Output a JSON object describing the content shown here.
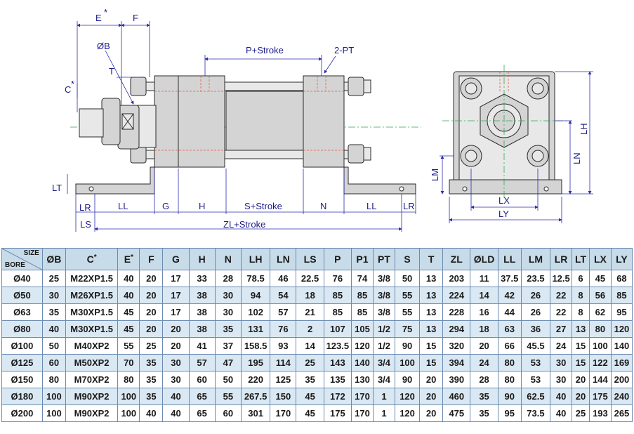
{
  "drawing": {
    "labels": {
      "E": "E",
      "E_mark": "*",
      "F": "F",
      "OB": "ØB",
      "C": "C",
      "C_mark": "*",
      "T": "T",
      "P_stroke": "P+Stroke",
      "PT": "2-PT",
      "LT": "LT",
      "LR_left": "LR",
      "LL_left": "LL",
      "G": "G",
      "H": "H",
      "S_stroke": "S+Stroke",
      "N": "N",
      "LL_right": "LL",
      "LR_right": "LR",
      "LS": "LS",
      "ZL_stroke": "ZL+Stroke",
      "LH": "LH",
      "LN": "LN",
      "LM": "LM",
      "LX": "LX",
      "LY": "LY"
    },
    "colors": {
      "dimension": "#2b2bb0",
      "centerline": "#3aa35a",
      "hidden": "#e05a3a",
      "part": "#d4d4d4"
    }
  },
  "table": {
    "corner": {
      "size": "SIZE",
      "bore": "BORE"
    },
    "columns": [
      {
        "label": "ØB"
      },
      {
        "label": "C",
        "mark": "*"
      },
      {
        "label": "E",
        "mark": "*"
      },
      {
        "label": "F"
      },
      {
        "label": "G"
      },
      {
        "label": "H"
      },
      {
        "label": "N"
      },
      {
        "label": "LH"
      },
      {
        "label": "LN"
      },
      {
        "label": "LS"
      },
      {
        "label": "P"
      },
      {
        "label": "P1"
      },
      {
        "label": "PT"
      },
      {
        "label": "S"
      },
      {
        "label": "T"
      },
      {
        "label": "ZL"
      },
      {
        "label": "ØLD"
      },
      {
        "label": "LL"
      },
      {
        "label": "LM"
      },
      {
        "label": "LR"
      },
      {
        "label": "LT"
      },
      {
        "label": "LX"
      },
      {
        "label": "LY"
      }
    ],
    "rows": [
      {
        "bore": "Ø40",
        "cells": [
          "25",
          "M22XP1.5",
          "40",
          "20",
          "17",
          "33",
          "28",
          "78.5",
          "46",
          "22.5",
          "76",
          "74",
          "3/8",
          "50",
          "13",
          "203",
          "11",
          "37.5",
          "23.5",
          "12.5",
          "6",
          "45",
          "68"
        ]
      },
      {
        "bore": "Ø50",
        "cells": [
          "30",
          "M26XP1.5",
          "40",
          "20",
          "17",
          "38",
          "30",
          "94",
          "54",
          "18",
          "85",
          "85",
          "3/8",
          "55",
          "13",
          "224",
          "14",
          "42",
          "26",
          "22",
          "8",
          "56",
          "85"
        ]
      },
      {
        "bore": "Ø63",
        "cells": [
          "35",
          "M30XP1.5",
          "45",
          "20",
          "17",
          "38",
          "30",
          "102",
          "57",
          "21",
          "85",
          "85",
          "3/8",
          "55",
          "13",
          "228",
          "16",
          "44",
          "26",
          "22",
          "8",
          "62",
          "95"
        ]
      },
      {
        "bore": "Ø80",
        "cells": [
          "40",
          "M30XP1.5",
          "45",
          "20",
          "20",
          "38",
          "35",
          "131",
          "76",
          "2",
          "107",
          "105",
          "1/2",
          "75",
          "13",
          "294",
          "18",
          "63",
          "36",
          "27",
          "13",
          "80",
          "120"
        ]
      },
      {
        "bore": "Ø100",
        "cells": [
          "50",
          "M40XP2",
          "55",
          "25",
          "20",
          "41",
          "37",
          "158.5",
          "93",
          "14",
          "123.5",
          "120",
          "1/2",
          "90",
          "15",
          "320",
          "20",
          "66",
          "45.5",
          "24",
          "15",
          "100",
          "140"
        ]
      },
      {
        "bore": "Ø125",
        "cells": [
          "60",
          "M50XP2",
          "70",
          "35",
          "30",
          "57",
          "47",
          "195",
          "114",
          "25",
          "143",
          "140",
          "3/4",
          "100",
          "15",
          "394",
          "24",
          "80",
          "53",
          "30",
          "15",
          "122",
          "169"
        ]
      },
      {
        "bore": "Ø150",
        "cells": [
          "80",
          "M70XP2",
          "80",
          "35",
          "30",
          "60",
          "50",
          "220",
          "125",
          "35",
          "135",
          "130",
          "3/4",
          "90",
          "20",
          "390",
          "28",
          "80",
          "53",
          "30",
          "20",
          "144",
          "200"
        ]
      },
      {
        "bore": "Ø180",
        "cells": [
          "100",
          "M90XP2",
          "100",
          "35",
          "40",
          "65",
          "55",
          "267.5",
          "150",
          "45",
          "172",
          "170",
          "1",
          "120",
          "20",
          "460",
          "35",
          "90",
          "62.5",
          "40",
          "20",
          "175",
          "240"
        ]
      },
      {
        "bore": "Ø200",
        "cells": [
          "100",
          "M90XP2",
          "100",
          "40",
          "40",
          "65",
          "60",
          "301",
          "170",
          "45",
          "175",
          "170",
          "1",
          "120",
          "20",
          "475",
          "35",
          "95",
          "73.5",
          "40",
          "25",
          "193",
          "265"
        ]
      }
    ]
  }
}
